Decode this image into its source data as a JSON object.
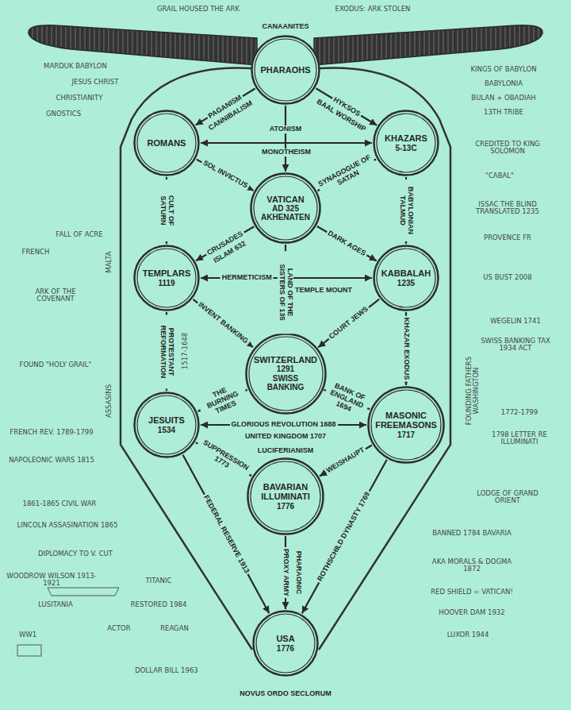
{
  "diagram": {
    "nodes": [
      {
        "text": [
          "PHARAOHS"
        ]
      },
      {
        "text": [
          "ROMANS"
        ]
      },
      {
        "text": [
          "KHAZARS",
          "5-13C"
        ]
      },
      {
        "text": [
          "VATICAN",
          "AD 325",
          "AKHENATEN"
        ]
      },
      {
        "text": [
          "TEMPLARS",
          "1119"
        ]
      },
      {
        "text": [
          "KABBALAH",
          "1235"
        ]
      },
      {
        "text": [
          "SWITZERLAND",
          "1291",
          "SWISS BANKING"
        ]
      },
      {
        "text": [
          "JESUITS",
          "1534"
        ]
      },
      {
        "text": [
          "MASONIC FREEMASONS",
          "1717"
        ]
      },
      {
        "text": [
          "BAVARIAN ILLUMINATI",
          "1776"
        ]
      },
      {
        "text": [
          "USA",
          "1776"
        ]
      }
    ],
    "edges": [
      {
        "from": 0,
        "to": 1,
        "arrow": "to",
        "label": "PAGANISM"
      },
      {
        "from": 0,
        "to": 2,
        "arrow": "to",
        "label": "HYKSOS"
      },
      {
        "from": 1,
        "to": 2,
        "arrow": "both",
        "label": "MONOTHEISM"
      },
      {
        "from": 0,
        "to": 3,
        "arrow": "to",
        "label": "ATONISM"
      },
      {
        "from": 1,
        "to": 3,
        "arrow": "to",
        "label": "SOL INVICTUS"
      },
      {
        "from": 2,
        "to": 3,
        "arrow": "to",
        "label": "SYNAGOGUE OF SATAN"
      },
      {
        "from": 1,
        "to": 4,
        "arrow": "to",
        "label": "CULT OF SATURN"
      },
      {
        "from": 2,
        "to": 5,
        "arrow": "to",
        "label": "BABYLONIAN TALMUD"
      },
      {
        "from": 3,
        "to": 4,
        "arrow": "to",
        "label": "CRUSADES"
      },
      {
        "from": 3,
        "to": 5,
        "arrow": "to",
        "label": "DARK AGES"
      },
      {
        "from": 4,
        "to": 5,
        "arrow": "both",
        "label": "HERMETICISM"
      },
      {
        "from": 3,
        "to": 6,
        "arrow": "to",
        "label": "LAND OF THE SISTERS OF 135"
      },
      {
        "from": 4,
        "to": 6,
        "arrow": "to",
        "label": "INVENT BANKING"
      },
      {
        "from": 5,
        "to": 6,
        "arrow": "to",
        "label": "COURT JEWS"
      },
      {
        "from": 4,
        "to": 7,
        "arrow": "to",
        "label": "PROTESTANT REFORMATION"
      },
      {
        "from": 5,
        "to": 8,
        "arrow": "to",
        "label": "KHAZAR EXODUS"
      },
      {
        "from": 6,
        "to": 7,
        "arrow": "to",
        "label": "THE BURNING TIMES"
      },
      {
        "from": 6,
        "to": 8,
        "arrow": "to",
        "label": "BANK OF ENGLAND 1694"
      },
      {
        "from": 7,
        "to": 8,
        "arrow": "both",
        "label": "GLORIOUS REVOLUTION 1688"
      },
      {
        "from": 7,
        "to": 9,
        "arrow": "to",
        "label": "SUPPRESSION 1773"
      },
      {
        "from": 8,
        "to": 9,
        "arrow": "to",
        "label": "WEISHAUPT"
      },
      {
        "from": 7,
        "to": 10,
        "arrow": "to",
        "label": "FEDERAL RESERVE 1913"
      },
      {
        "from": 9,
        "to": 10,
        "arrow": "to",
        "label": "PROXY ARMY"
      },
      {
        "from": 8,
        "to": 10,
        "arrow": "to",
        "label": "ROTHSCHILD DYNASTY 1769"
      }
    ],
    "labels": [
      "CANAANITES",
      "GRAIL HOUSED THE ARK",
      "EXODUS: ARK STOLEN",
      "CANNIBALISM",
      "BAAL WORSHIP",
      "ISLAM 632",
      "TEMPLE MOUNT",
      "UNITED KINGDOM 1707",
      "LUCIFERIANISM",
      "PHARAONIC",
      "NOVUS ORDO SECLORUM",
      "MARDUK BABYLON",
      "JESUS CHRIST",
      "CHRISTIANITY",
      "GNOSTICS",
      "KINGS OF BABYLON",
      "BABYLONIA",
      "BULAN + OBADIAH",
      "13TH TRIBE",
      "CREDITED TO KING SOLOMON",
      "\"CABAL\"",
      "ISSAC THE BLIND TRANSLATED 1235",
      "PROVENCE FR",
      "US BUST 2008",
      "WEGELIN 1741",
      "SWISS BANKING TAX 1934 ACT",
      "FOUNDING FATHERS WASHINGTON",
      "1772-1799",
      "1798 LETTER RE ILLUMINATI",
      "LODGE OF GRAND ORIENT",
      "BANNED 1784 BAVARIA",
      "AKA MORALS & DOGMA 1872",
      "RED SHIELD = VATICAN!",
      "HOOVER DAM 1932",
      "LUXOR 1944",
      "FALL OF ACRE",
      "FRENCH",
      "MALTA",
      "ARK OF THE COVENANT",
      "FOUND \"HOLY GRAIL\"",
      "ASSASINS",
      "1517-1648",
      "FRENCH REV. 1789-1799",
      "NAPOLEONIC WARS 1815",
      "1861-1865 CIVIL WAR",
      "LINCOLN ASSASINATION 1865",
      "DIPLOMACY TO V. CUT",
      "WOODROW WILSON 1913-1921",
      "LUSITANIA",
      "WW1",
      "TITANIC",
      "RESTORED 1984",
      "ACTOR",
      "REAGAN",
      "DOLLAR BILL 1963"
    ]
  }
}
